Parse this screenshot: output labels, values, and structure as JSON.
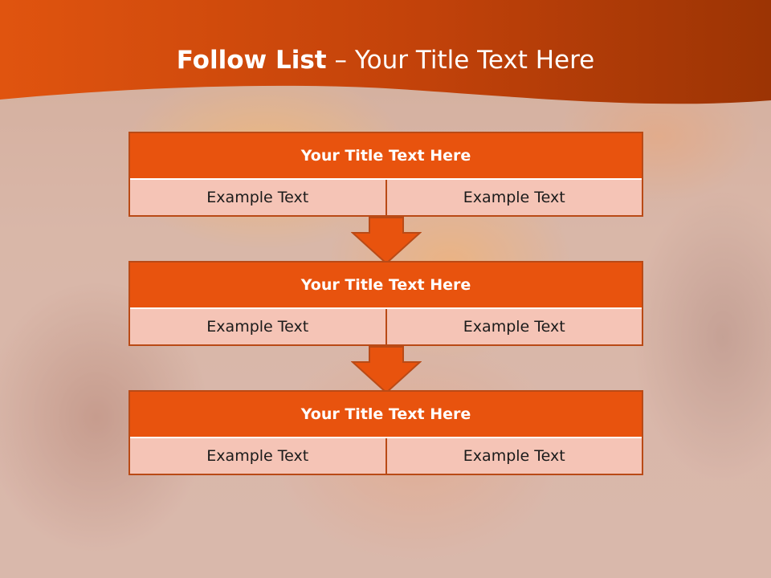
{
  "slide": {
    "title_bold": "Follow List",
    "title_rest": " – Your Title Text Here"
  },
  "steps": [
    {
      "title": "Your Title Text Here",
      "left": "Example Text",
      "right": "Example Text"
    },
    {
      "title": "Your Title Text Here",
      "left": "Example Text",
      "right": "Example Text"
    },
    {
      "title": "Your Title Text Here",
      "left": "Example Text",
      "right": "Example Text"
    }
  ],
  "colors": {
    "accent": "#e8530e",
    "header_dark": "#9a3204",
    "cell_fill": "#f5c4b6",
    "border": "#b94a16"
  }
}
